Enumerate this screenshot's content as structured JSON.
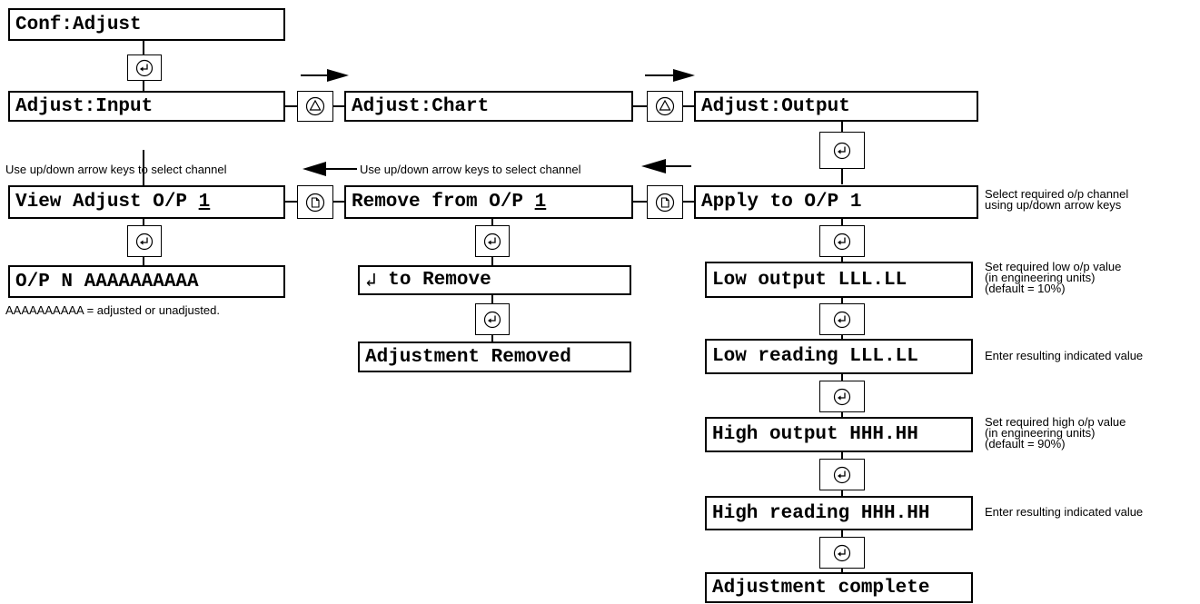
{
  "boxes": {
    "conf_adjust": "Conf:Adjust",
    "adjust_input": "Adjust:Input",
    "adjust_chart": "Adjust:Chart",
    "adjust_output": "Adjust:Output",
    "view_adjust": "View Adjust O/P ",
    "view_adjust_num": "1",
    "remove_from": "Remove from O/P ",
    "remove_from_num": "1",
    "apply_to": "Apply to O/P 1",
    "op_n": "O/P N AAAAAAAAAA",
    "to_remove_glyph": "↲",
    "to_remove": " to Remove",
    "adjustment_removed": "Adjustment Removed",
    "low_output": "Low output LLL.LL",
    "low_reading": "Low reading LLL.LL",
    "high_output": "High output HHH.HH",
    "high_reading": "High reading HHH.HH",
    "adjustment_complete": "Adjustment complete"
  },
  "notes": {
    "select_channel_left": "Use up/down arrow keys to select channel",
    "select_channel_mid": "Use up/down arrow keys to select channel",
    "adjusted_state": "AAAAAAAAAA = adjusted or unadjusted.",
    "select_op_1": "Select required o/p channel",
    "select_op_2": "using up/down arrow keys",
    "low_value_1": "Set required low o/p value",
    "low_value_2": "(in engineering units)",
    "low_value_3": "(default = 10%)",
    "low_reading": "Enter resulting indicated value",
    "high_value_1": "Set required high o/p value",
    "high_value_2": "(in engineering units)",
    "high_value_3": "(default = 90%)",
    "high_reading": "Enter resulting indicated value"
  },
  "keys": {
    "enter": "enter-key-icon",
    "up": "up-arrow-key-icon",
    "page": "page-key-icon"
  }
}
